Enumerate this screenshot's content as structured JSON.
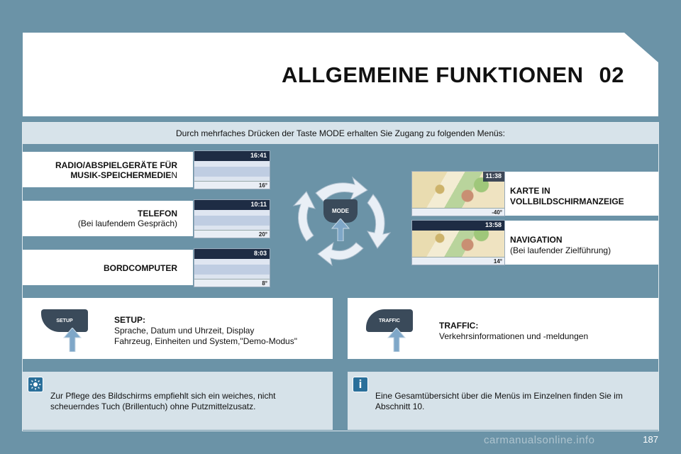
{
  "header": {
    "title": "ALLGEMEINE FUNKTIONEN",
    "chapter": "02"
  },
  "intro": "Durch mehrfaches Drücken der Taste MODE erhalten Sie Zugang zu folgenden Menüs:",
  "left_rows": [
    {
      "line1": "RADIO/ABSPIELGERÄTE FÜR",
      "line2_bold": "MUSIK-SPEICHERMEDIE",
      "line2_tail": "N",
      "screen_time": "16:41",
      "screen_temp": "16°"
    },
    {
      "line1": "TELEFON",
      "line2": "(Bei laufendem Gespräch)",
      "screen_time": "10:11",
      "screen_temp": "20°"
    },
    {
      "line1": "BORDCOMPUTER",
      "screen_time": "8:03",
      "screen_temp": "8°"
    }
  ],
  "right_rows": [
    {
      "line1": "KARTE IN",
      "line2": "VOLLBILDSCHIRMANZEIGE",
      "screen_time": "11:38",
      "screen_temp": "-40°"
    },
    {
      "line1": "NAVIGATION",
      "line2": "(Bei laufender Zielführung)",
      "screen_time": "13:58",
      "screen_temp": "14°"
    }
  ],
  "mode_button": "MODE",
  "setup": {
    "button": "SETUP",
    "title": "SETUP:",
    "line1": "Sprache, Datum und Uhrzeit, Display",
    "line2": "Fahrzeug, Einheiten und System,\"Demo-Modus\""
  },
  "traffic": {
    "button": "TRAFFIC",
    "title": "TRAFFIC:",
    "line1": "Verkehrsinformationen und -meldungen"
  },
  "notes": {
    "left_line1": "Zur Pflege des Bildschirms empfiehlt sich ein weiches, nicht",
    "left_line2": "scheuerndes Tuch (Brillentuch) ohne Putzmittelzusatz.",
    "right_line1": "Eine Gesamtübersicht über die Menüs im Einzelnen finden Sie im",
    "right_line2": "Abschnitt 10.",
    "info_icon_glyph": "i"
  },
  "page_number": "187",
  "watermark": "carmanualsonline.info",
  "colors": {
    "background": "#6b93a7",
    "panel": "#ffffff",
    "band": "#d7e3ea",
    "arrow": "#e9eff6"
  }
}
